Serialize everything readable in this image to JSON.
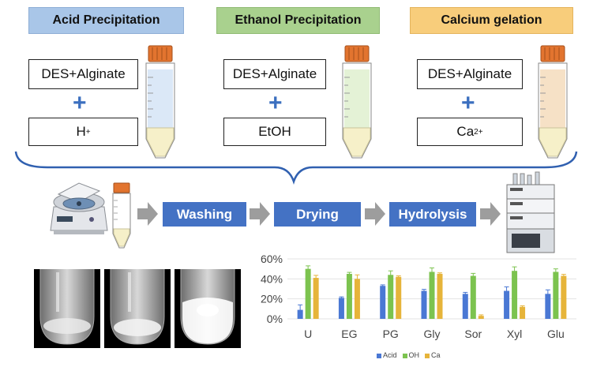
{
  "headers": [
    {
      "label": "Acid Precipitation",
      "color": "#a9c6e8"
    },
    {
      "label": "Ethanol Precipitation",
      "color": "#a9d18e"
    },
    {
      "label": "Calcium gelation",
      "color": "#f8cd7b"
    }
  ],
  "ingredient_boxes": {
    "top": [
      "DES+Alginate",
      "DES+Alginate",
      "DES+Alginate"
    ],
    "acid_reagent": "H",
    "acid_sup": "+",
    "ethanol_reagent": "EtOH",
    "calcium_reagent": "Ca",
    "calcium_sup": "2+"
  },
  "tube_fills": [
    "#dbe8f7",
    "#e4f2d6",
    "#f6e1c6"
  ],
  "process_steps": [
    "Washing",
    "Drying",
    "Hydrolysis"
  ],
  "colors": {
    "accent": "#4472c4",
    "cap": "#e2742f",
    "arrow": "#9d9d9d",
    "bracket": "#3060b0"
  },
  "chart_data": {
    "type": "bar",
    "categories": [
      "U",
      "EG",
      "PG",
      "Gly",
      "Sor",
      "Xyl",
      "Glu"
    ],
    "series": [
      {
        "name": "Acid",
        "color": "#4a78d4",
        "values": [
          9,
          21,
          33,
          28,
          25,
          28,
          25
        ],
        "errors": [
          5,
          1,
          1,
          1.5,
          1.5,
          4,
          4
        ]
      },
      {
        "name": "OH",
        "color": "#7cc34f",
        "values": [
          50,
          45,
          44,
          47,
          43,
          48,
          47
        ],
        "errors": [
          3,
          1.5,
          4,
          4,
          2.5,
          4,
          3
        ]
      },
      {
        "name": "Ca",
        "color": "#e6b43a",
        "values": [
          41,
          40,
          42,
          45,
          3,
          12,
          43
        ],
        "errors": [
          2.5,
          4,
          1,
          1,
          1,
          1,
          1.5
        ]
      }
    ],
    "yticks": [
      "60%",
      "40%",
      "20%",
      "0%"
    ],
    "ylim": [
      0,
      60
    ]
  }
}
